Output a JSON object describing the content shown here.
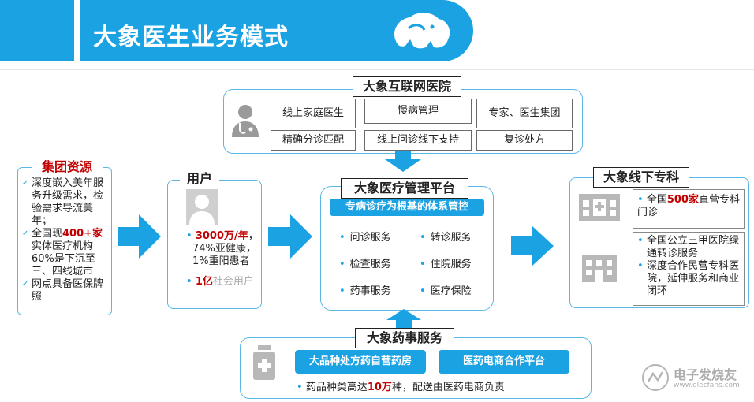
{
  "header": {
    "title": "大象医生业务模式"
  },
  "internet_hospital": {
    "title": "大象互联网医院",
    "row1": [
      "线上家庭医生",
      "慢病管理",
      "专家、医生集团"
    ],
    "row2": [
      "精确分诊匹配",
      "线上问诊线下支持",
      "复诊处方"
    ]
  },
  "group_resources": {
    "title": "集团资源",
    "items": [
      {
        "pre": "深度嵌入美年服务升级需求，检验需求导流美年；",
        "hl": "",
        "post": ""
      },
      {
        "pre": "全国现",
        "hl": "400+家",
        "post": "实体医疗机构60%是下沉至三、四线城市"
      },
      {
        "pre": "网点具备医保牌照",
        "hl": "",
        "post": ""
      }
    ]
  },
  "users": {
    "title": "用户",
    "hl1": "3000万/年",
    "line1_suffix": "，",
    "line2": "74%亚健康，",
    "line3": "1%重阳患者",
    "hl2": "1亿",
    "line4_suffix": "社会用户"
  },
  "platform": {
    "title": "大象医疗管理平台",
    "banner": "专病诊疗为根基的体系管控",
    "services": [
      "问诊服务",
      "转诊服务",
      "检查服务",
      "住院服务",
      "药事服务",
      "医疗保险"
    ]
  },
  "offline": {
    "title": "大象线下专科",
    "item1_pre": "全国",
    "item1_hl": "500家",
    "item1_post": "直营专科门诊",
    "hospital_label": "HOSPITAL",
    "item2": "全国公立三甲医院绿通转诊服务",
    "item3": "深度合作民营专科医院，延伸服务和商业闭环"
  },
  "pharmacy": {
    "title": "大象药事服务",
    "pill1": "大品种处方药自营药房",
    "pill2": "医药电商合作平台",
    "note_pre": "药品种类高达",
    "note_hl": "10万",
    "note_post": "种，配送由医药电商负责"
  },
  "watermark": {
    "brand": "电子发烧友",
    "url": "www.elecfans.com"
  },
  "colors": {
    "primary": "#1aa2e3",
    "highlight": "#c00000",
    "border": "#5bb8e6"
  }
}
